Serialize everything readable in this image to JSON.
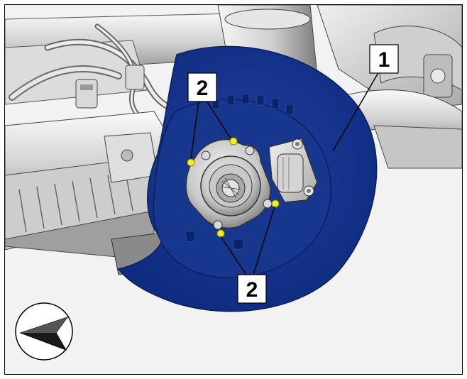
{
  "figure": {
    "callouts": [
      {
        "id": "1",
        "label": "1",
        "target": "brake-shield"
      },
      {
        "id": "2a",
        "label": "2",
        "target": "upper-mounting-bolts"
      },
      {
        "id": "2b",
        "label": "2",
        "target": "lower-mounting-bolts"
      }
    ],
    "colors": {
      "shield": "#0f2f86",
      "shield_edge": "#0a1f5a",
      "bolt_marker": "#f6f01a",
      "chassis_light": "#e9e9e9",
      "chassis_mid": "#bdbdbd",
      "chassis_dark": "#6b6b6b",
      "label_box": "#ffffff",
      "arrow": "#000000"
    },
    "icons": [
      "direction-arrow-icon"
    ]
  }
}
